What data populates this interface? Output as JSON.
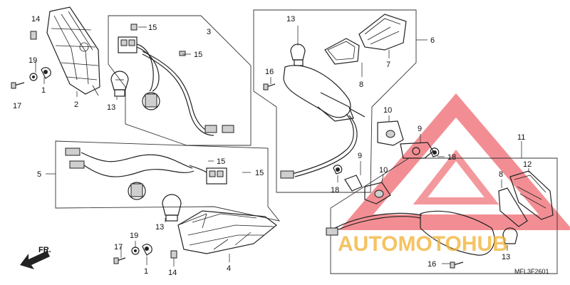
{
  "diagram": {
    "callouts": {
      "c14a": "14",
      "c15a": "15",
      "c3": "3",
      "c15b": "15",
      "c19a": "19",
      "c1a": "1",
      "c17a": "17",
      "c2": "2",
      "c13a": "13",
      "c13b": "13",
      "c6": "6",
      "c7": "7",
      "c8a": "8",
      "c16a": "16",
      "c10a": "10",
      "c9a": "9",
      "c18a": "18",
      "c9b": "9",
      "c10b": "10",
      "c18b": "18",
      "c11": "11",
      "c8b": "8",
      "c12": "12",
      "c5": "5",
      "c15c": "15",
      "c15d": "15",
      "c13c": "13",
      "c19b": "19",
      "c17b": "17",
      "c1b": "1",
      "c14b": "14",
      "c4": "4",
      "c13d": "13",
      "c16b": "16"
    },
    "direction_label": "FR.",
    "figure_code": "MFL3F2601",
    "watermark_text": "AUTOMOTOHUB",
    "colors": {
      "watermark": "#e8323a",
      "watermark_text": "#f2b030",
      "line": "#222222"
    }
  }
}
